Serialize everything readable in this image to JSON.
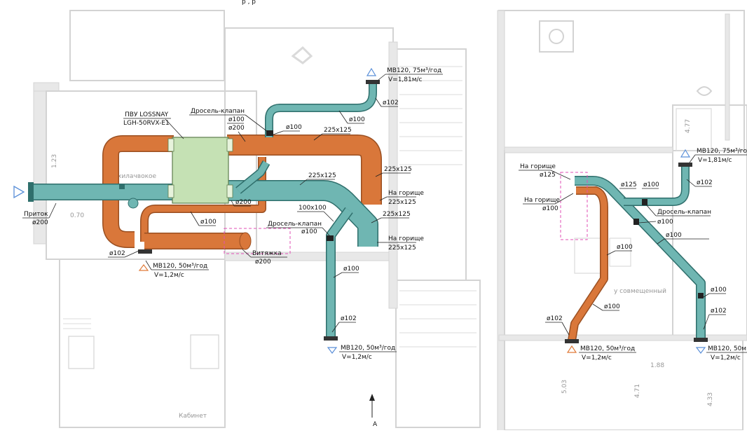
{
  "labels": {
    "top_clip": "р                                                    ,                                         р",
    "pvu_1": "ПВУ LOSSNAY",
    "pvu_2": "LGH-50RVX-E1",
    "drossel_top": "Дросель-клапан",
    "d100_a": "ø100",
    "d200_a": "ø200",
    "d100_b": "ø100",
    "size_225_a": "225x125",
    "size_225_b": "225x125",
    "size_225_c": "225x125",
    "size_225_d": "225x125",
    "mb_top_1": "МВ120, 75м³/год",
    "mb_top_2": "V=1,81м/с",
    "d102_top": "ø102",
    "d100_top": "ø100",
    "na_gorische_1a": "На горище",
    "na_gorische_1b": "225x125",
    "na_gorische_2a": "На горище",
    "na_gorische_2b": "225x125",
    "size_100x100": "100x100",
    "drossel_mid": "Дросель-клапан",
    "d100_mid": "ø100",
    "d200_mid": "ø200",
    "d100_left": "ø100",
    "pritok_1": "Приток",
    "pritok_2": "ø200",
    "d102_left": "ø102",
    "mb_left_1": "МВ120, 50м³/год",
    "mb_left_2": "V=1,2м/с",
    "vitiazhka_1": "Витяжка",
    "vitiazhka_2": "ø200",
    "d100_vert": "ø100",
    "d102_bottom": "ø102",
    "mb_bottom_1": "МВ120, 50м³/год",
    "mb_bottom_2": "V=1,2м/с",
    "arrow_a": "А",
    "bg_left_1": "1.23",
    "bg_left_2": "0.70",
    "bg_room_1": "хилачвокое",
    "bg_room_2": "Кабинет",
    "r_na_gorische_1a": "На горище",
    "r_na_gorische_1b": "ø125",
    "r_na_gorische_2a": "На горище",
    "r_na_gorische_2b": "ø100",
    "r_d125": "ø125",
    "r_d100_a": "ø100",
    "r_d102_top": "ø102",
    "r_mb_top_1": "МВ120, 75м³/год",
    "r_mb_top_2": "V=1,81м/с",
    "r_drossel": "Дросель-клапан",
    "r_d100_b": "ø100",
    "r_d100_c": "ø100",
    "r_d100_d": "ø100",
    "r_d100_e": "ø100",
    "r_d100_f": "ø100",
    "r_d102_mid": "ø102",
    "r_d102_left": "ø102",
    "r_mb_left_1": "МВ120, 50м³/год",
    "r_mb_left_2": "V=1,2м/с",
    "r_mb_right_1": "МВ120, 50м",
    "r_mb_right_2": "V=1,2м/с",
    "r_bg_1": "4.77",
    "r_bg_2": "1.88",
    "r_bg_3": "5.03",
    "r_bg_4": "4.71",
    "r_bg_5": "4.33",
    "r_bg_room": "у совмещенный"
  },
  "colors": {
    "supply_duct": "#d9773a",
    "exhaust_duct": "#6fb6b2",
    "unit": "#c5e1b4",
    "marker_supply": "#e07b39",
    "marker_exhaust": "#5a8fd8",
    "dashed_frame": "#e24fb6"
  }
}
